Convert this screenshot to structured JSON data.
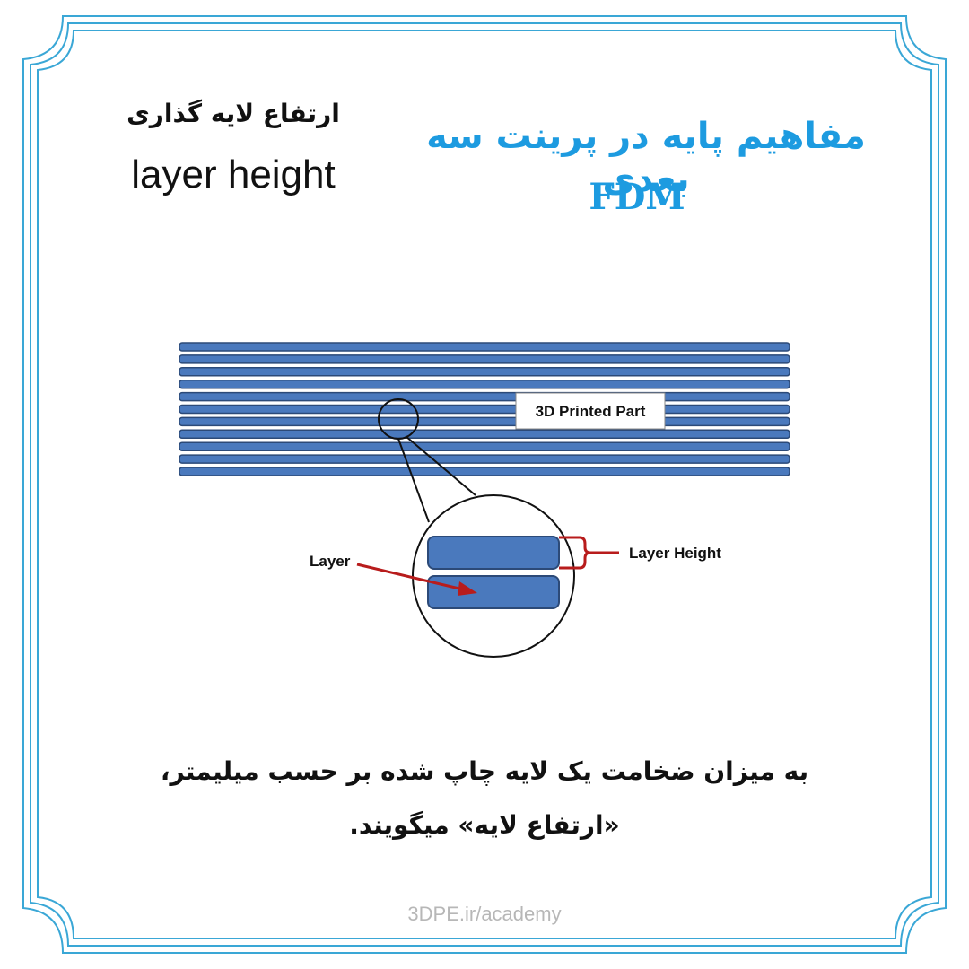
{
  "header": {
    "title_fa": "مفاهیم پایه در پرینت سه بعدی",
    "title_en": "FDM"
  },
  "topic": {
    "name_fa": "ارتفاع لایه گذاری",
    "name_en": "layer height"
  },
  "diagram": {
    "part_label": "3D Printed Part",
    "layer_label": "Layer",
    "layer_height_label": "Layer Height",
    "layer_count": 11,
    "layer_color": "#4a79bd",
    "arrow_color": "#b81c1c"
  },
  "description": {
    "line1": "به میزان ضخامت یک لایه چاپ شده  بر حسب میلیمتر،",
    "line2": "«ارتفاع لایه» میگویند."
  },
  "footer": {
    "url": "3DPE.ir/academy"
  },
  "colors": {
    "accent": "#1d9be0",
    "frame": "#3aa7d6"
  }
}
